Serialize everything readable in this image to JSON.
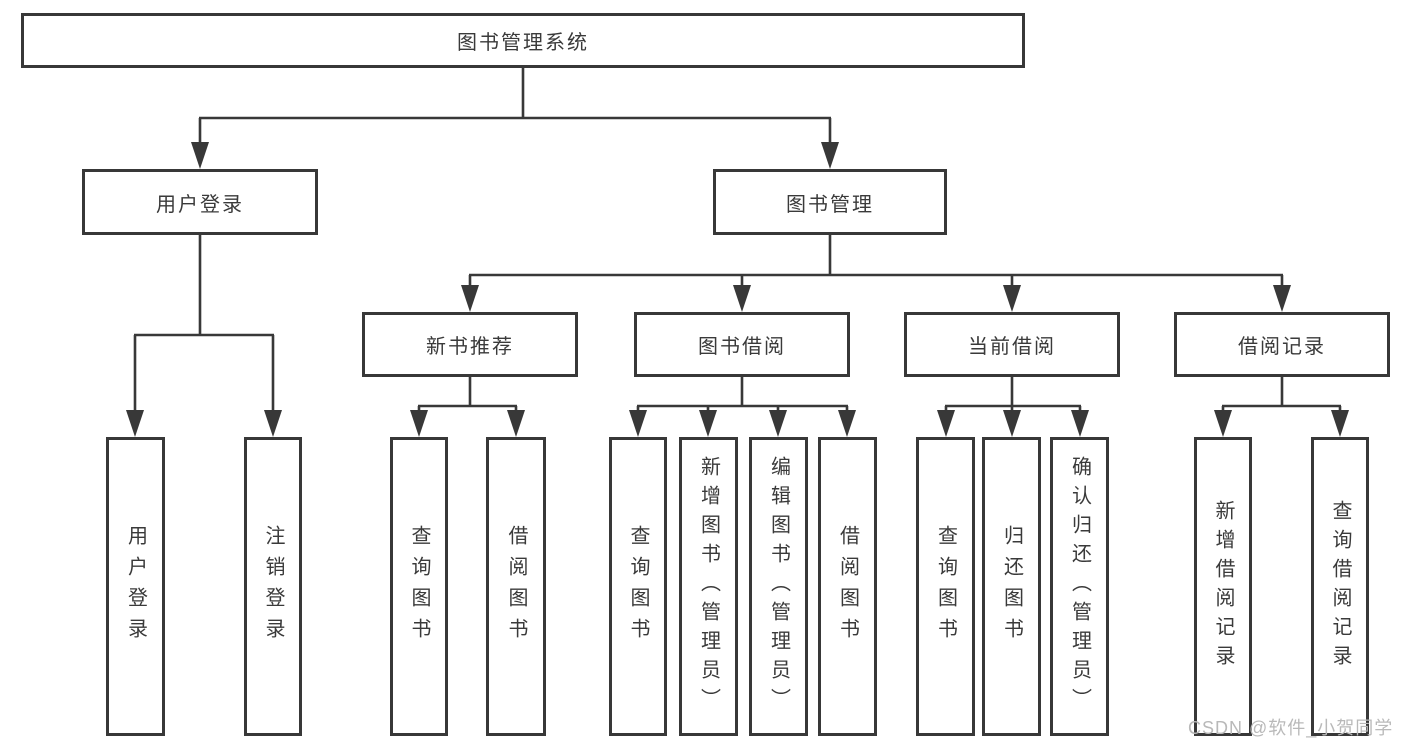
{
  "diagram_type": "function-tree",
  "tree": {
    "root": {
      "label": "图书管理系统"
    },
    "branches": [
      {
        "label": "用户登录",
        "children": [
          {
            "label": "用户登录"
          },
          {
            "label": "注销登录"
          }
        ]
      },
      {
        "label": "图书管理",
        "children": [
          {
            "label": "新书推荐",
            "children": [
              {
                "label": "查询图书"
              },
              {
                "label": "借阅图书"
              }
            ]
          },
          {
            "label": "图书借阅",
            "children": [
              {
                "label": "查询图书"
              },
              {
                "label": "新增图书（管理员）"
              },
              {
                "label": "编辑图书（管理员）"
              },
              {
                "label": "借阅图书"
              }
            ]
          },
          {
            "label": "当前借阅",
            "children": [
              {
                "label": "查询图书"
              },
              {
                "label": "归还图书"
              },
              {
                "label": "确认归还（管理员）"
              }
            ]
          },
          {
            "label": "借阅记录",
            "children": [
              {
                "label": "新增借阅记录"
              },
              {
                "label": "查询借阅记录"
              }
            ]
          }
        ]
      }
    ]
  },
  "watermark": {
    "text": "CSDN @软件_小贺同学"
  },
  "colors": {
    "line": "#383838",
    "text": "#3a3a3a",
    "watermark": "#b9b9b9",
    "background": "#ffffff"
  }
}
